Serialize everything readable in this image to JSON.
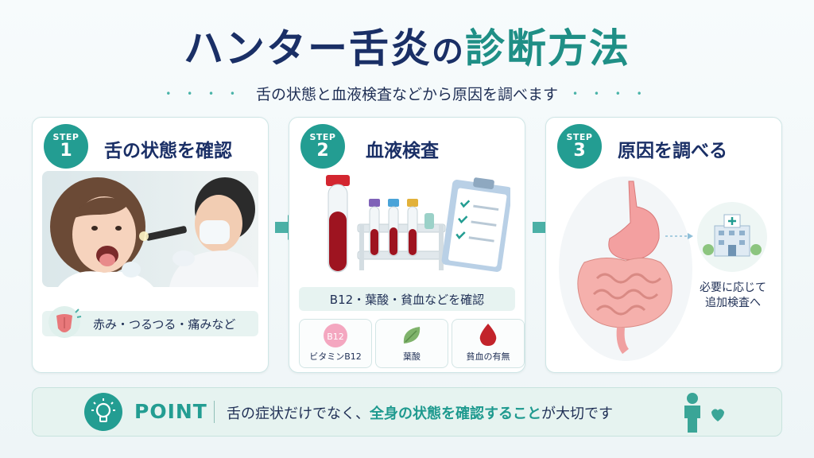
{
  "header": {
    "title_part1": "ハンター舌炎",
    "title_part2": "の",
    "title_part3": "診断方法",
    "subtitle": "舌の状態と血液検査などから原因を調べます",
    "dots_left": "• • • •",
    "dots_right": "• • • •"
  },
  "steps": [
    {
      "step_label": "STEP",
      "number": "1",
      "title": "舌の状態を確認",
      "note": "赤み・つるつる・痛みなど"
    },
    {
      "step_label": "STEP",
      "number": "2",
      "title": "血液検査",
      "note": "B12・葉酸・貧血などを確認",
      "items": [
        {
          "label": "ビタミンB12",
          "badge": "B12",
          "icon": "b12-icon"
        },
        {
          "label": "葉酸",
          "icon": "leaf-icon"
        },
        {
          "label": "貧血の有無",
          "icon": "blood-drop-icon"
        }
      ]
    },
    {
      "step_label": "STEP",
      "number": "3",
      "title": "原因を調べる",
      "note_line1": "必要に応じて",
      "note_line2": "追加検査へ"
    }
  ],
  "point": {
    "label": "POINT",
    "text_before": "舌の症状だけでなく、",
    "text_highlight": "全身の状態を確認すること",
    "text_after": "が大切です"
  },
  "colors": {
    "navy": "#1a2f66",
    "teal": "#239d92",
    "light_teal": "#e7f3f1",
    "blood_red": "#c2242b"
  }
}
